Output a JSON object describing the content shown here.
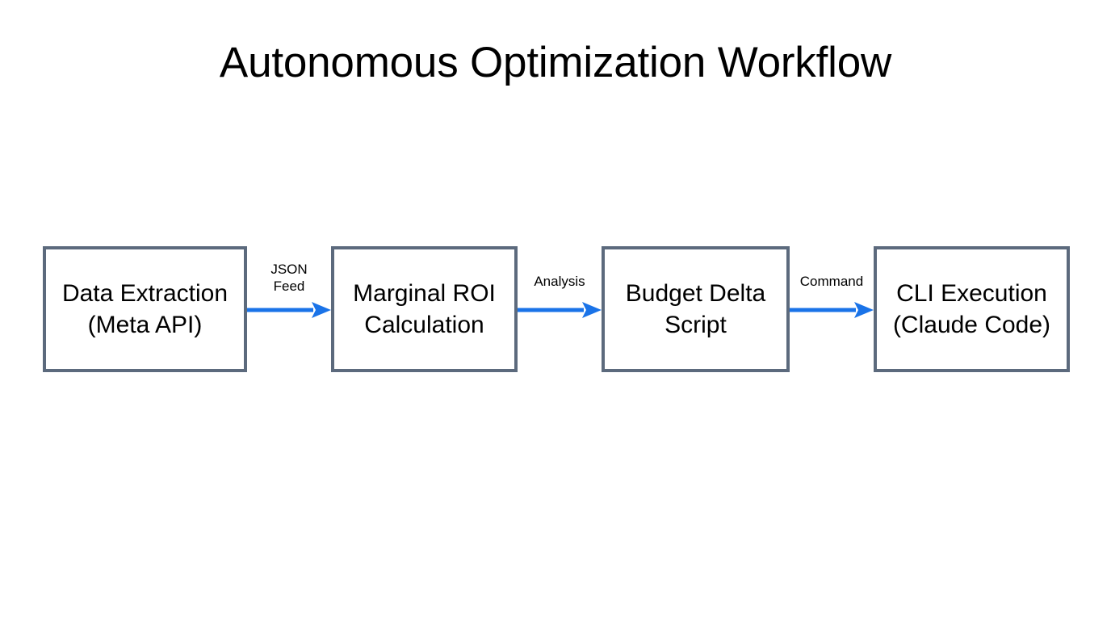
{
  "diagram": {
    "title": "Autonomous Optimization Workflow",
    "type": "flowchart",
    "orientation": "left-to-right",
    "background_color": "#ffffff",
    "node_border_color": "#5c6a7d",
    "node_fill_color": "#ffffff",
    "arrow_color": "#1a73e8",
    "text_color": "#000000",
    "nodes": [
      {
        "id": "data-extraction",
        "label": "Data Extraction\n(Meta API)"
      },
      {
        "id": "marginal-roi",
        "label": "Marginal ROI\nCalculation"
      },
      {
        "id": "budget-delta",
        "label": "Budget Delta\nScript"
      },
      {
        "id": "cli-execution",
        "label": "CLI Execution\n(Claude Code)"
      }
    ],
    "edges": [
      {
        "id": "edge-json-feed",
        "from": "data-extraction",
        "to": "marginal-roi",
        "label": "JSON\nFeed"
      },
      {
        "id": "edge-analysis",
        "from": "marginal-roi",
        "to": "budget-delta",
        "label": "Analysis"
      },
      {
        "id": "edge-command",
        "from": "budget-delta",
        "to": "cli-execution",
        "label": "Command"
      }
    ]
  }
}
